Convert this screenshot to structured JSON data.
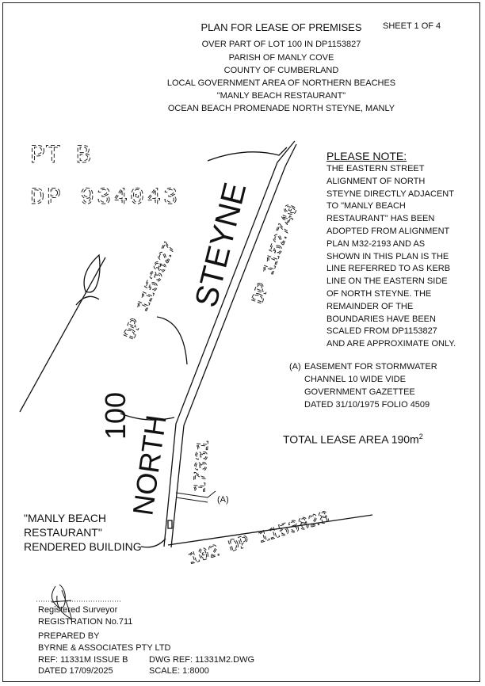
{
  "header": {
    "title": "PLAN FOR LEASE OF PREMISES",
    "sheet": "SHEET 1 OF 4",
    "lines": [
      "OVER PART OF LOT 100 IN DP1153827",
      "PARISH OF MANLY COVE",
      "COUNTY OF CUMBERLAND",
      "LOCAL GOVERNMENT AREA OF NORTHERN BEACHES",
      "\"MANLY BEACH RESTAURANT\"",
      "OCEAN BEACH PROMENADE NORTH STEYNE, MANLY"
    ]
  },
  "plan": {
    "pt_b": "PT B",
    "dp_934043": "DP 934043",
    "dp_1153827": "DP 1153827",
    "steyne": "STEYNE",
    "dp_1152740": "DP 1152740",
    "lot_100": "100",
    "north": "NORTH",
    "dp_17331": "17331",
    "lot_102": "102 DP 1153828",
    "easement_marker": "(A)",
    "building_label": [
      "\"MANLY BEACH",
      "RESTAURANT\"",
      "RENDERED BUILDING"
    ]
  },
  "note": {
    "title": "PLEASE NOTE:",
    "lines": [
      "THE EASTERN STREET",
      "ALIGNMENT OF NORTH",
      "STEYNE DIRECTLY ADJACENT",
      "TO \"MANLY BEACH",
      "RESTAURANT\" HAS BEEN",
      "ADOPTED FROM ALIGNMENT",
      "PLAN M32-2193 AND AS",
      "SHOWN IN THIS PLAN IS THE",
      "LINE REFERRED TO AS KERB",
      "LINE ON THE EASTERN SIDE",
      "OF NORTH STEYNE. THE",
      "REMAINDER OF THE",
      "BOUNDARIES HAVE BEEN",
      "SCALED FROM DP1153827",
      "AND ARE APPROXIMATE ONLY."
    ]
  },
  "easement": {
    "marker": "(A)",
    "lines": [
      "EASEMENT FOR STORMWATER",
      "CHANNEL 10 WIDE VIDE",
      "GOVERNMENT GAZETTEE",
      "DATED 31/10/1975 FOLIO 4509"
    ]
  },
  "lease_area": {
    "label": "TOTAL LEASE AREA 190m",
    "sup": "2"
  },
  "footer": {
    "surveyor": "Registered Surveyor",
    "registration": "REGISTRATION No.711",
    "prepared_by": "PREPARED BY",
    "company": "BYRNE & ASSOCIATES PTY LTD",
    "ref": "REF: 11331M ISSUE B",
    "dwg_ref": "DWG REF: 11331M2.DWG",
    "dated": "DATED 17/09/2025",
    "scale": "SCALE: 1:8000"
  }
}
